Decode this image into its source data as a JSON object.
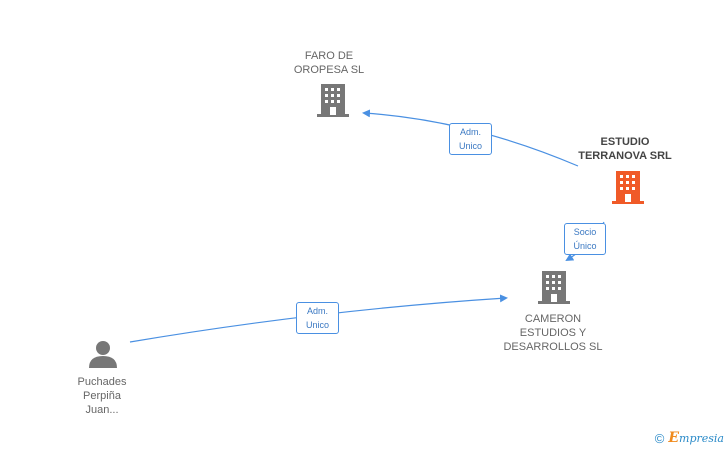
{
  "nodes": {
    "faro": {
      "label": "FARO DE\nOROPESA SL",
      "type": "company"
    },
    "estudio": {
      "label": "ESTUDIO\nTERRANOVA SRL",
      "type": "company",
      "color": "#f05a28"
    },
    "cameron": {
      "label": "CAMERON\nESTUDIOS Y\nDESARROLLOS SL",
      "type": "company"
    },
    "puchades": {
      "label": "Puchades\nPerpiña\nJuan...",
      "type": "person"
    }
  },
  "edges": {
    "estudio_faro": {
      "label": "Adm.\nUnico"
    },
    "estudio_cameron": {
      "label": "Socio\nÚnico"
    },
    "puchades_cameron": {
      "label": "Adm.\nUnico"
    }
  },
  "colors": {
    "edge": "#4a90e2",
    "node": "#777777",
    "highlight": "#f05a28"
  },
  "footer": {
    "copyright": "©",
    "brand_initial": "E",
    "brand_rest": "mpresia"
  }
}
